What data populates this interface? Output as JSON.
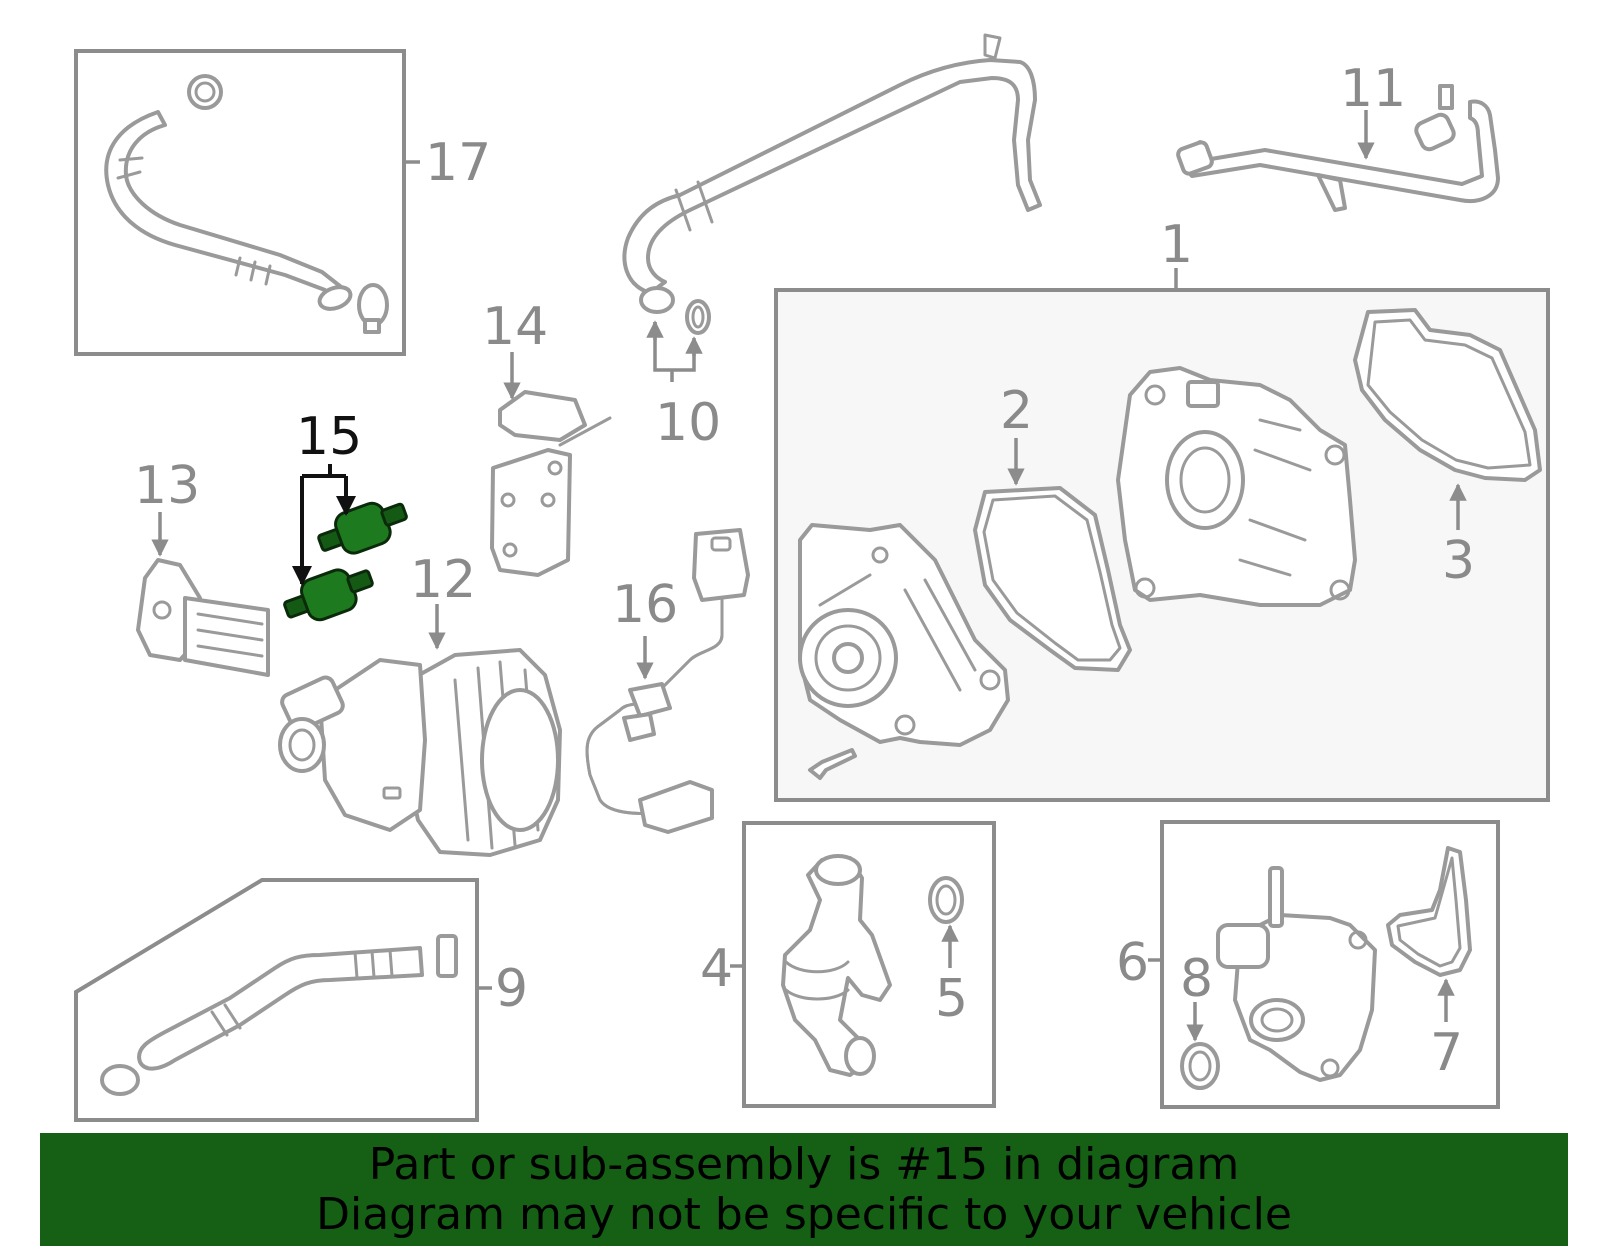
{
  "highlight_color": "#1e7a1e",
  "banner_color": "#156015",
  "callouts": {
    "c1": "1",
    "c2": "2",
    "c3": "3",
    "c4": "4",
    "c5": "5",
    "c6": "6",
    "c7": "7",
    "c8": "8",
    "c9": "9",
    "c10": "10",
    "c11": "11",
    "c12": "12",
    "c13": "13",
    "c14": "14",
    "c15": "15",
    "c16": "16",
    "c17": "17"
  },
  "highlighted_callout": "15",
  "banner": {
    "line1": "Part or sub-assembly is #15 in diagram",
    "line2": "Diagram may not be specific to your vehicle"
  }
}
